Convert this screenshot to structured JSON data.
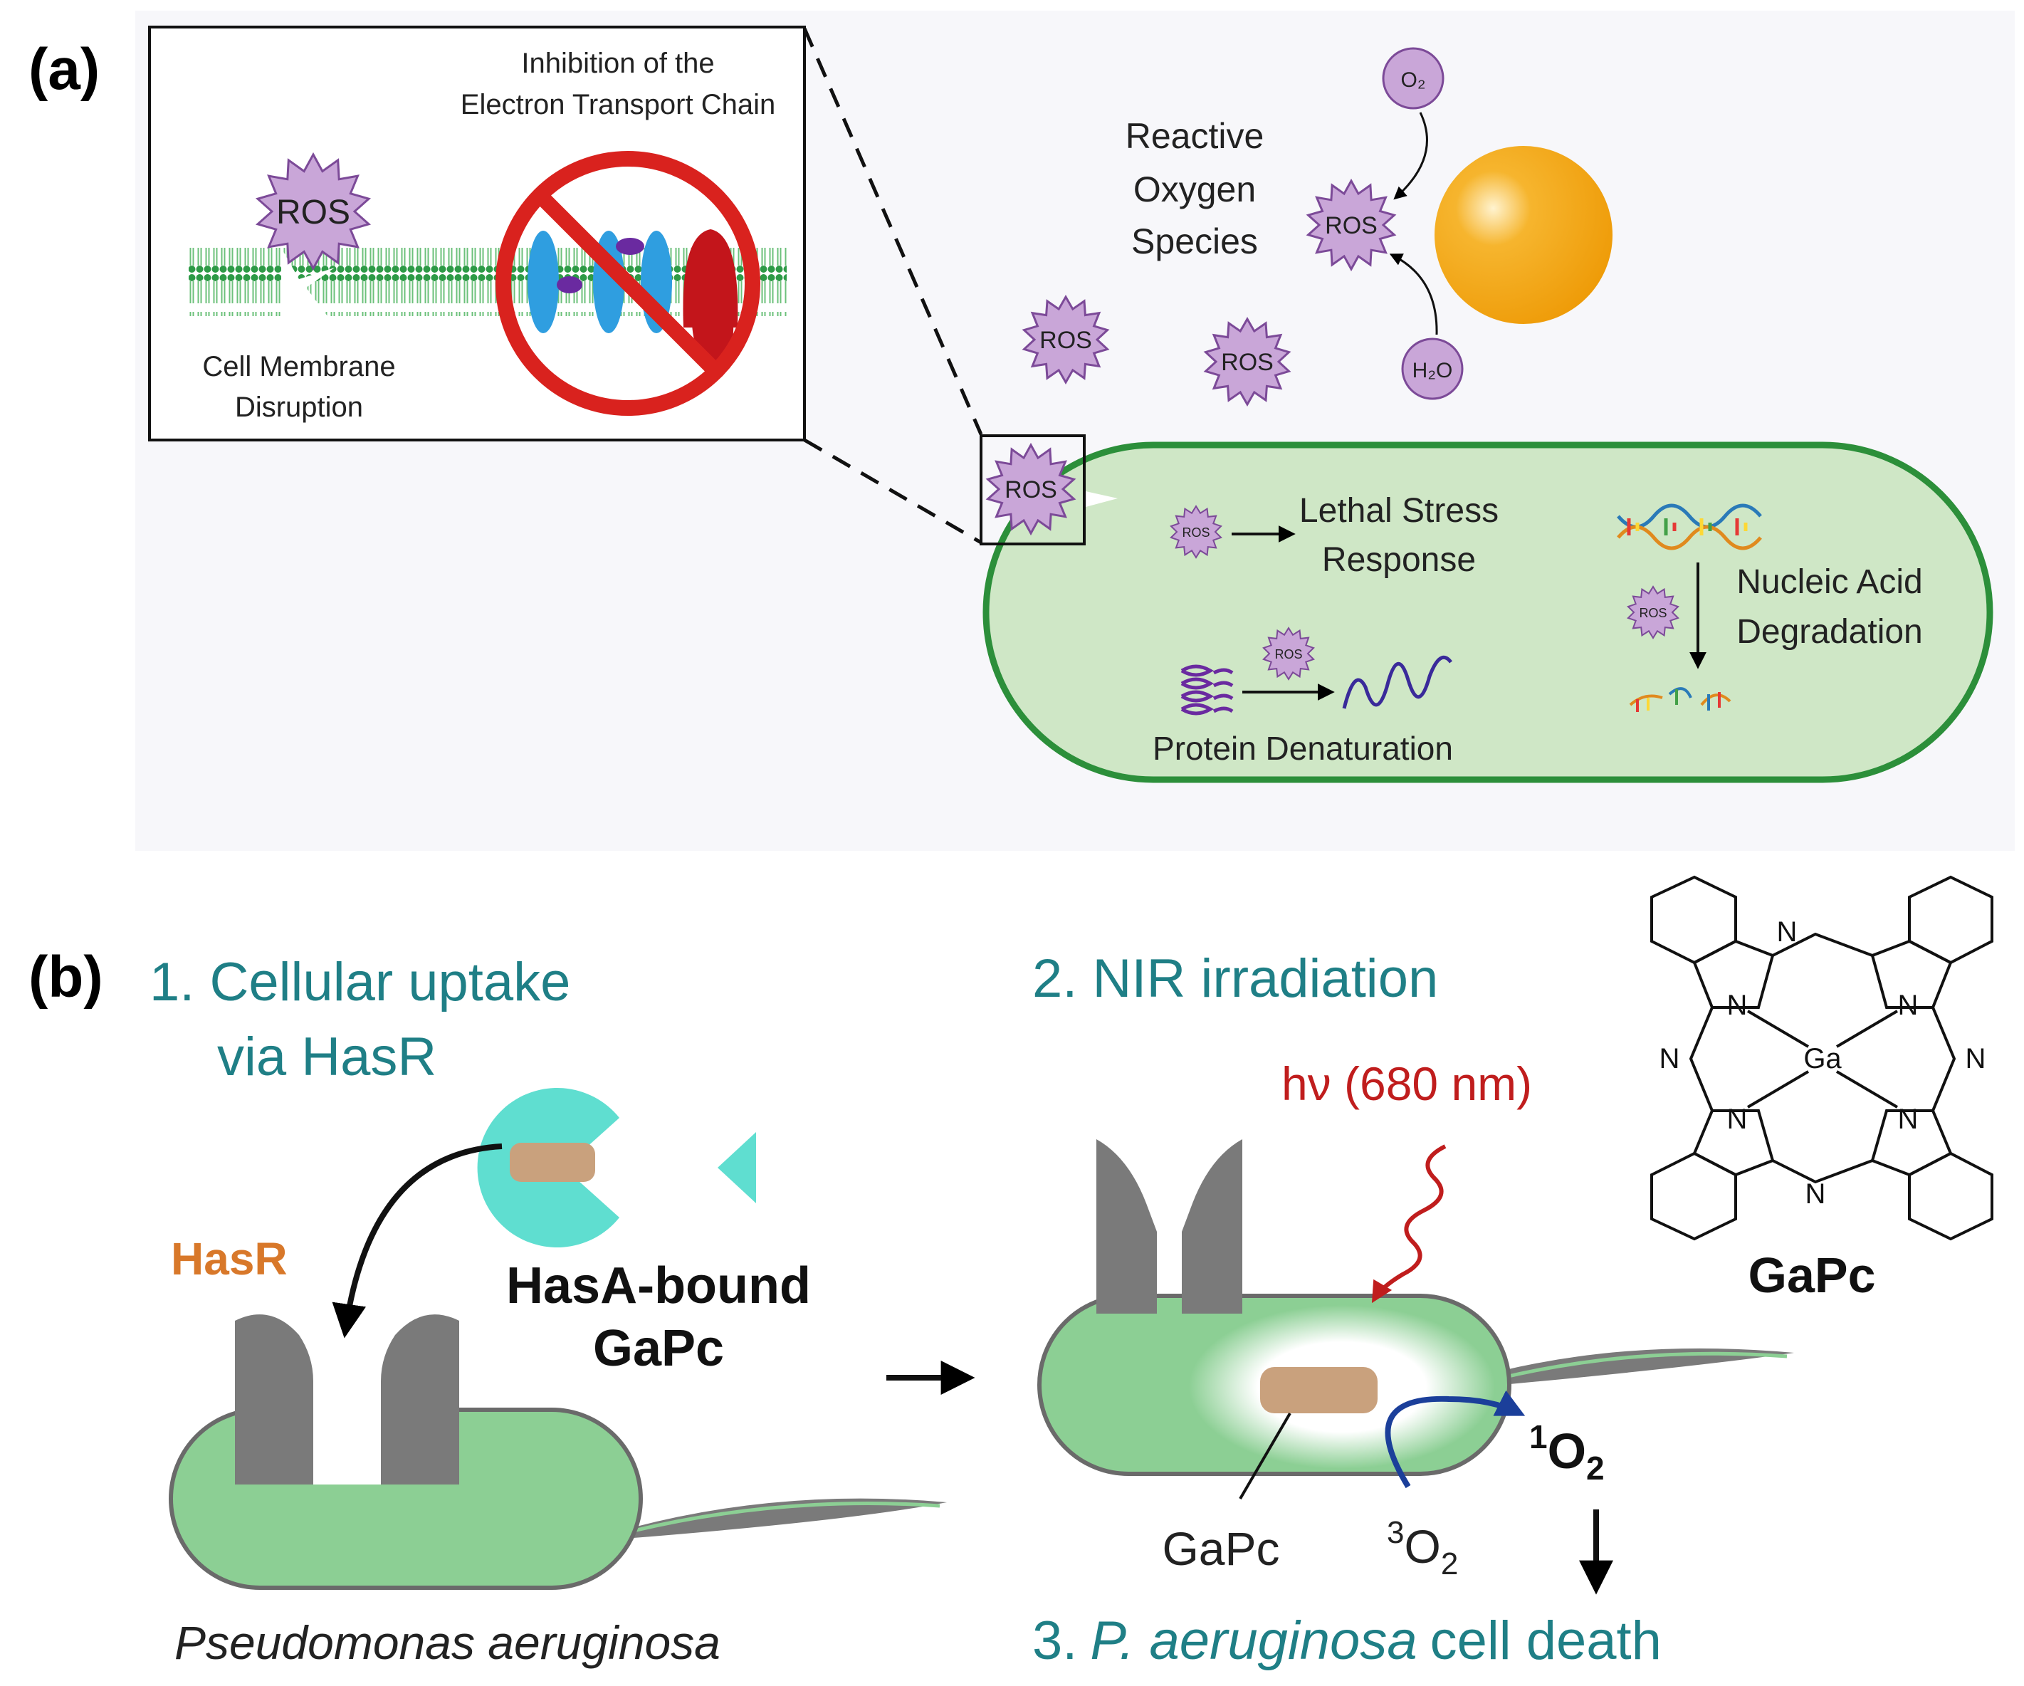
{
  "panel_a": {
    "label": "(a)",
    "inset": {
      "title_line1": "Inhibition of the",
      "title_line2": "Electron Transport Chain",
      "membrane_line1": "Cell Membrane",
      "membrane_line2": "Disruption",
      "ros": "ROS"
    },
    "ros": "ROS",
    "reactive_line1": "Reactive",
    "reactive_line2": "Oxygen",
    "reactive_line3": "Species",
    "o2": "O₂",
    "h2o": "H₂O",
    "cell": {
      "lethal_line1": "Lethal Stress",
      "lethal_line2": "Response",
      "nucleic_line1": "Nucleic Acid",
      "nucleic_line2": "Degradation",
      "protein": "Protein Denaturation"
    }
  },
  "panel_b": {
    "label": "(b)",
    "step1_line1": "1. Cellular uptake",
    "step1_line2": "via HasR",
    "hasr": "HasR",
    "hasa_line1": "HasA-bound",
    "hasa_line2": "GaPc",
    "species": "Pseudomonas aeruginosa",
    "step2": "2. NIR irradiation",
    "hv": "hν (680 nm)",
    "gapc_label": "GaPc",
    "o2_triplet_sup": "3",
    "o2_triplet": "O",
    "o2_triplet_sub": "2",
    "o2_singlet_sup": "1",
    "o2_singlet": "O",
    "o2_singlet_sub": "2",
    "step3_num": "3.",
    "step3_italic": "P. aeruginosa",
    "step3_rest": "cell death",
    "molecule": {
      "name": "GaPc",
      "metal": "Ga",
      "n": "N"
    }
  },
  "colors": {
    "teal_text": "#1f7f86",
    "hasr_orange": "#d8782a",
    "cell_green": "#8ccf94",
    "cell_outline": "#2c8f3a",
    "ros_purple": "#c9a6d8",
    "sun_orange": "#f2a50f",
    "ban_red": "#d9221e",
    "gray_receptor": "#7a7a7a",
    "hasa_cyan": "#5fded0",
    "gapc_tan": "#c9a17d",
    "hv_red": "#c01d1d",
    "arrow_blue": "#1b3f9a"
  }
}
